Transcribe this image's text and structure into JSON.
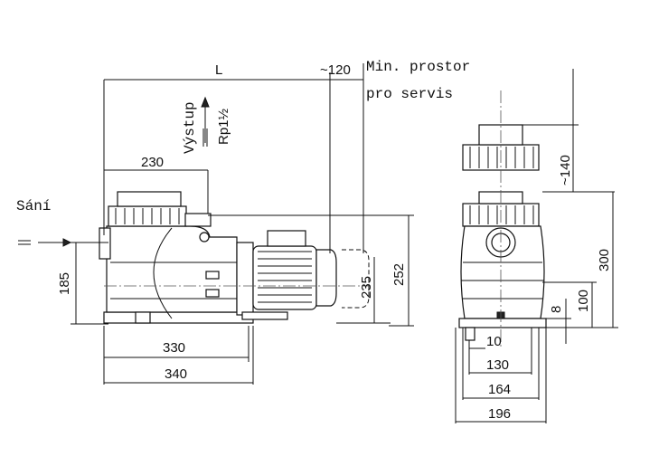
{
  "labels": {
    "min_prostor": "Min. prostor",
    "pro_servis": "pro servis",
    "sani": "Sání",
    "vystup": "Výstup",
    "rp": "Rp1½"
  },
  "dimensions": {
    "L": "L",
    "d120": "~120",
    "d230": "230",
    "d185": "185",
    "d330": "330",
    "d340": "340",
    "d235": "235",
    "d252": "252",
    "d140": "~140",
    "d300": "300",
    "d100": "100",
    "d8": "8",
    "d10": "10",
    "d130": "130",
    "d164": "164",
    "d196": "196"
  }
}
